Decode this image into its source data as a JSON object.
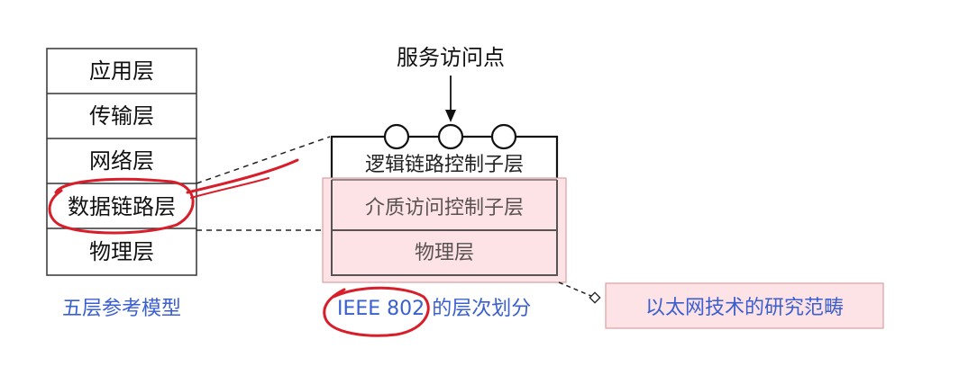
{
  "five_layer_model": {
    "caption": "五层参考模型",
    "layers": [
      "应用层",
      "传输层",
      "网络层",
      "数据链路层",
      "物理层"
    ]
  },
  "ieee802": {
    "service_access_point": "服务访问点",
    "llc": "逻辑链路控制子层",
    "mac": "介质访问控制子层",
    "phy": "物理层",
    "caption_prefix": "IEEE 802",
    "caption_suffix": "的层次划分"
  },
  "ethernet_scope": {
    "label": "以太网技术的研究范畴"
  },
  "colors": {
    "highlight_fill": "#fde3e5",
    "highlight_stroke": "#d9a0a4",
    "annotation_red": "#d81e2a",
    "caption_blue": "#3a5fd0"
  }
}
